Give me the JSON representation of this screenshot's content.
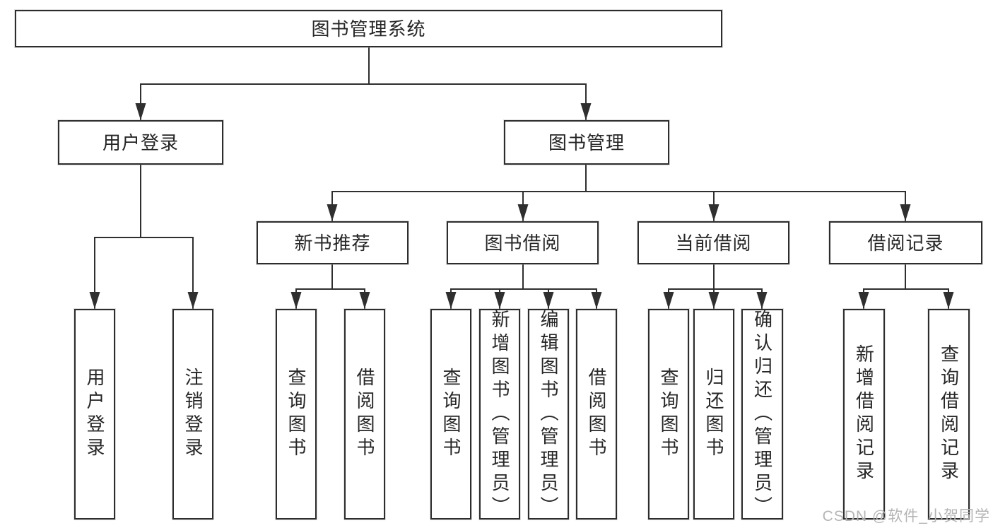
{
  "diagram_type": "hierarchy-tree",
  "tree": {
    "label": "图书管理系统",
    "children": [
      {
        "label": "用户登录",
        "children": [
          {
            "label": "用户登录"
          },
          {
            "label": "注销登录"
          }
        ]
      },
      {
        "label": "图书管理",
        "children": [
          {
            "label": "新书推荐",
            "children": [
              {
                "label": "查询图书"
              },
              {
                "label": "借阅图书"
              }
            ]
          },
          {
            "label": "图书借阅",
            "children": [
              {
                "label": "查询图书"
              },
              {
                "label": "新增图书（管理员）"
              },
              {
                "label": "编辑图书（管理员）"
              },
              {
                "label": "借阅图书"
              }
            ]
          },
          {
            "label": "当前借阅",
            "children": [
              {
                "label": "查询图书"
              },
              {
                "label": "归还图书"
              },
              {
                "label": "确认归还（管理员）"
              }
            ]
          },
          {
            "label": "借阅记录",
            "children": [
              {
                "label": "新增借阅记录"
              },
              {
                "label": "查询借阅记录"
              }
            ]
          }
        ]
      }
    ]
  },
  "watermark": {
    "text": "CSDN @软件_小贺同学"
  },
  "colors": {
    "line": "#2f2f2f",
    "box_border": "#2d2d2d",
    "text": "#262626",
    "watermark": "#b5b5b5",
    "background": "#ffffff"
  }
}
